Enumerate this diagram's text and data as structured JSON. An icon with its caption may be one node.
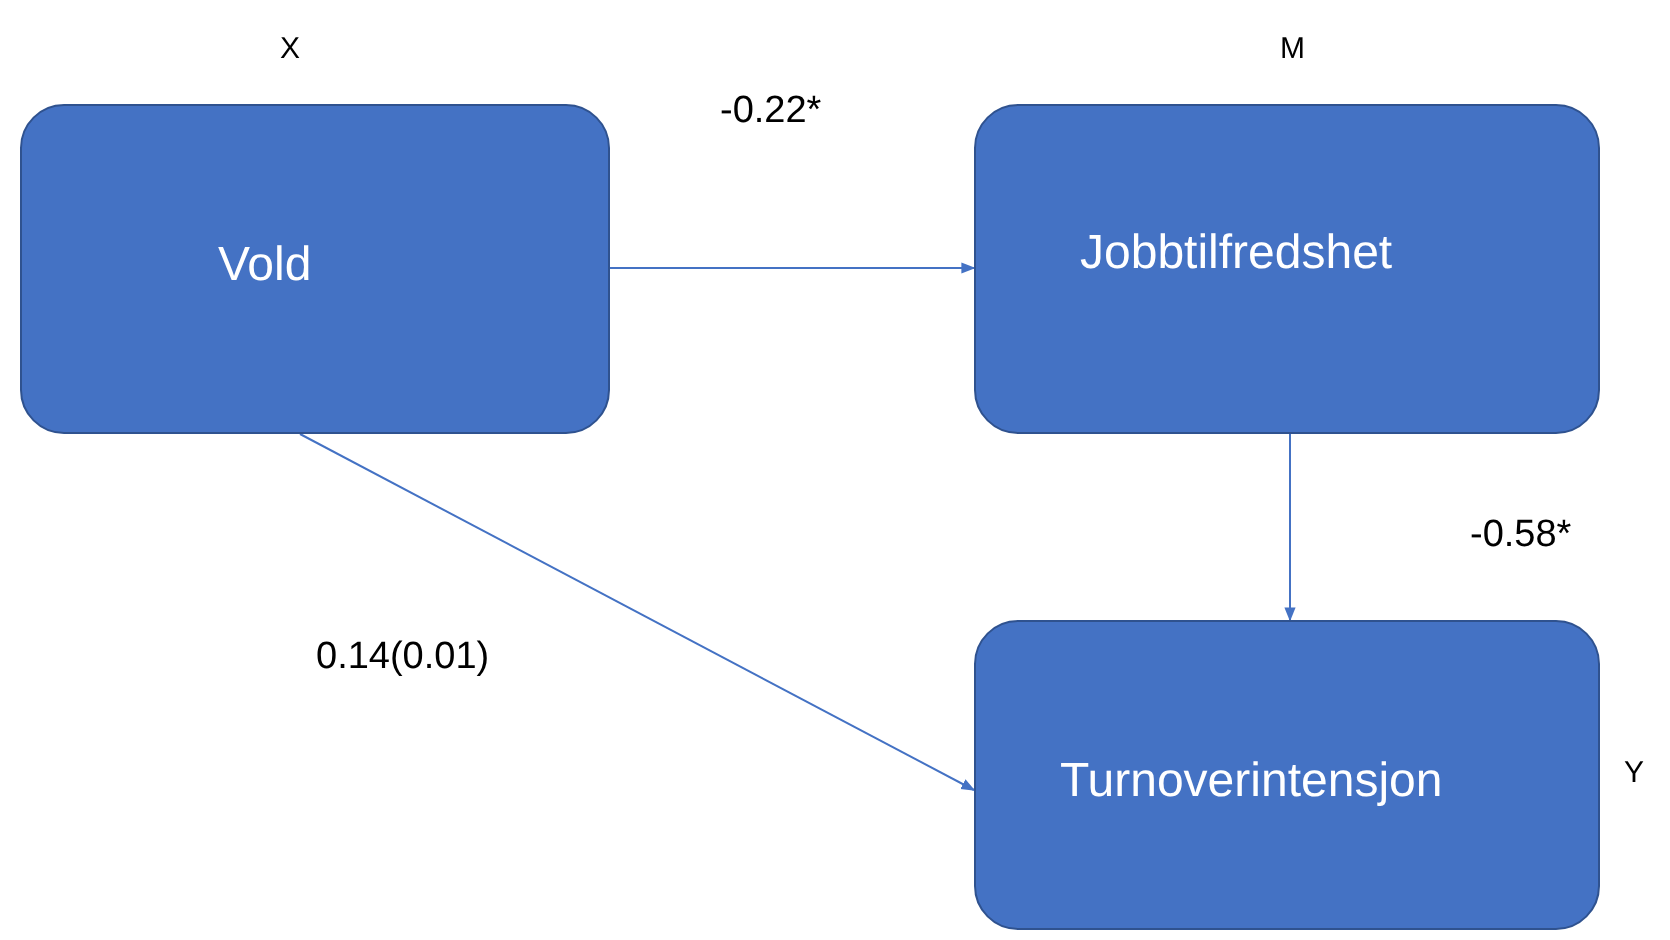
{
  "diagram": {
    "nodes": [
      {
        "text": [
          "Vold"
        ],
        "beside": [
          "X"
        ]
      },
      {
        "text": [
          "Jobbtilfredshet"
        ],
        "beside": [
          "M"
        ]
      },
      {
        "text": [
          "Turnoverintensjon"
        ],
        "beside": [
          "Y"
        ]
      }
    ],
    "edges": [
      {
        "from": 0,
        "to": 1,
        "arrow": "to",
        "label": "-0.22*"
      },
      {
        "from": 1,
        "to": 2,
        "arrow": "to",
        "label": "-0.58*"
      },
      {
        "from": 0,
        "to": 2,
        "arrow": "to",
        "label": "0.14(0.01)"
      }
    ]
  }
}
